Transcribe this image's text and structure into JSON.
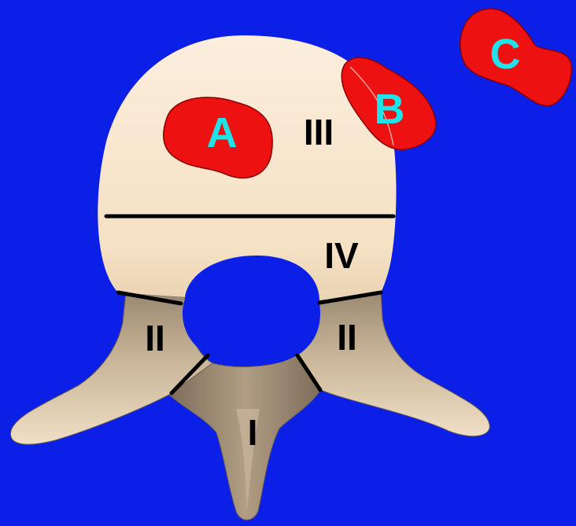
{
  "colors": {
    "background": "#0b1fe6",
    "vertebral_body": "#f6e2c6",
    "posterior_elements_light": "#e6d3b6",
    "posterior_elements_dark": "#8c7b68",
    "lesion": "#ee1111",
    "lesion_label": "#1fe3e8",
    "zone_label": "#000000"
  },
  "zones": {
    "i": "I",
    "ii_left": "II",
    "ii_right": "II",
    "iii": "III",
    "iv": "IV"
  },
  "lesions": {
    "a": "A",
    "b": "B",
    "c": "C"
  }
}
